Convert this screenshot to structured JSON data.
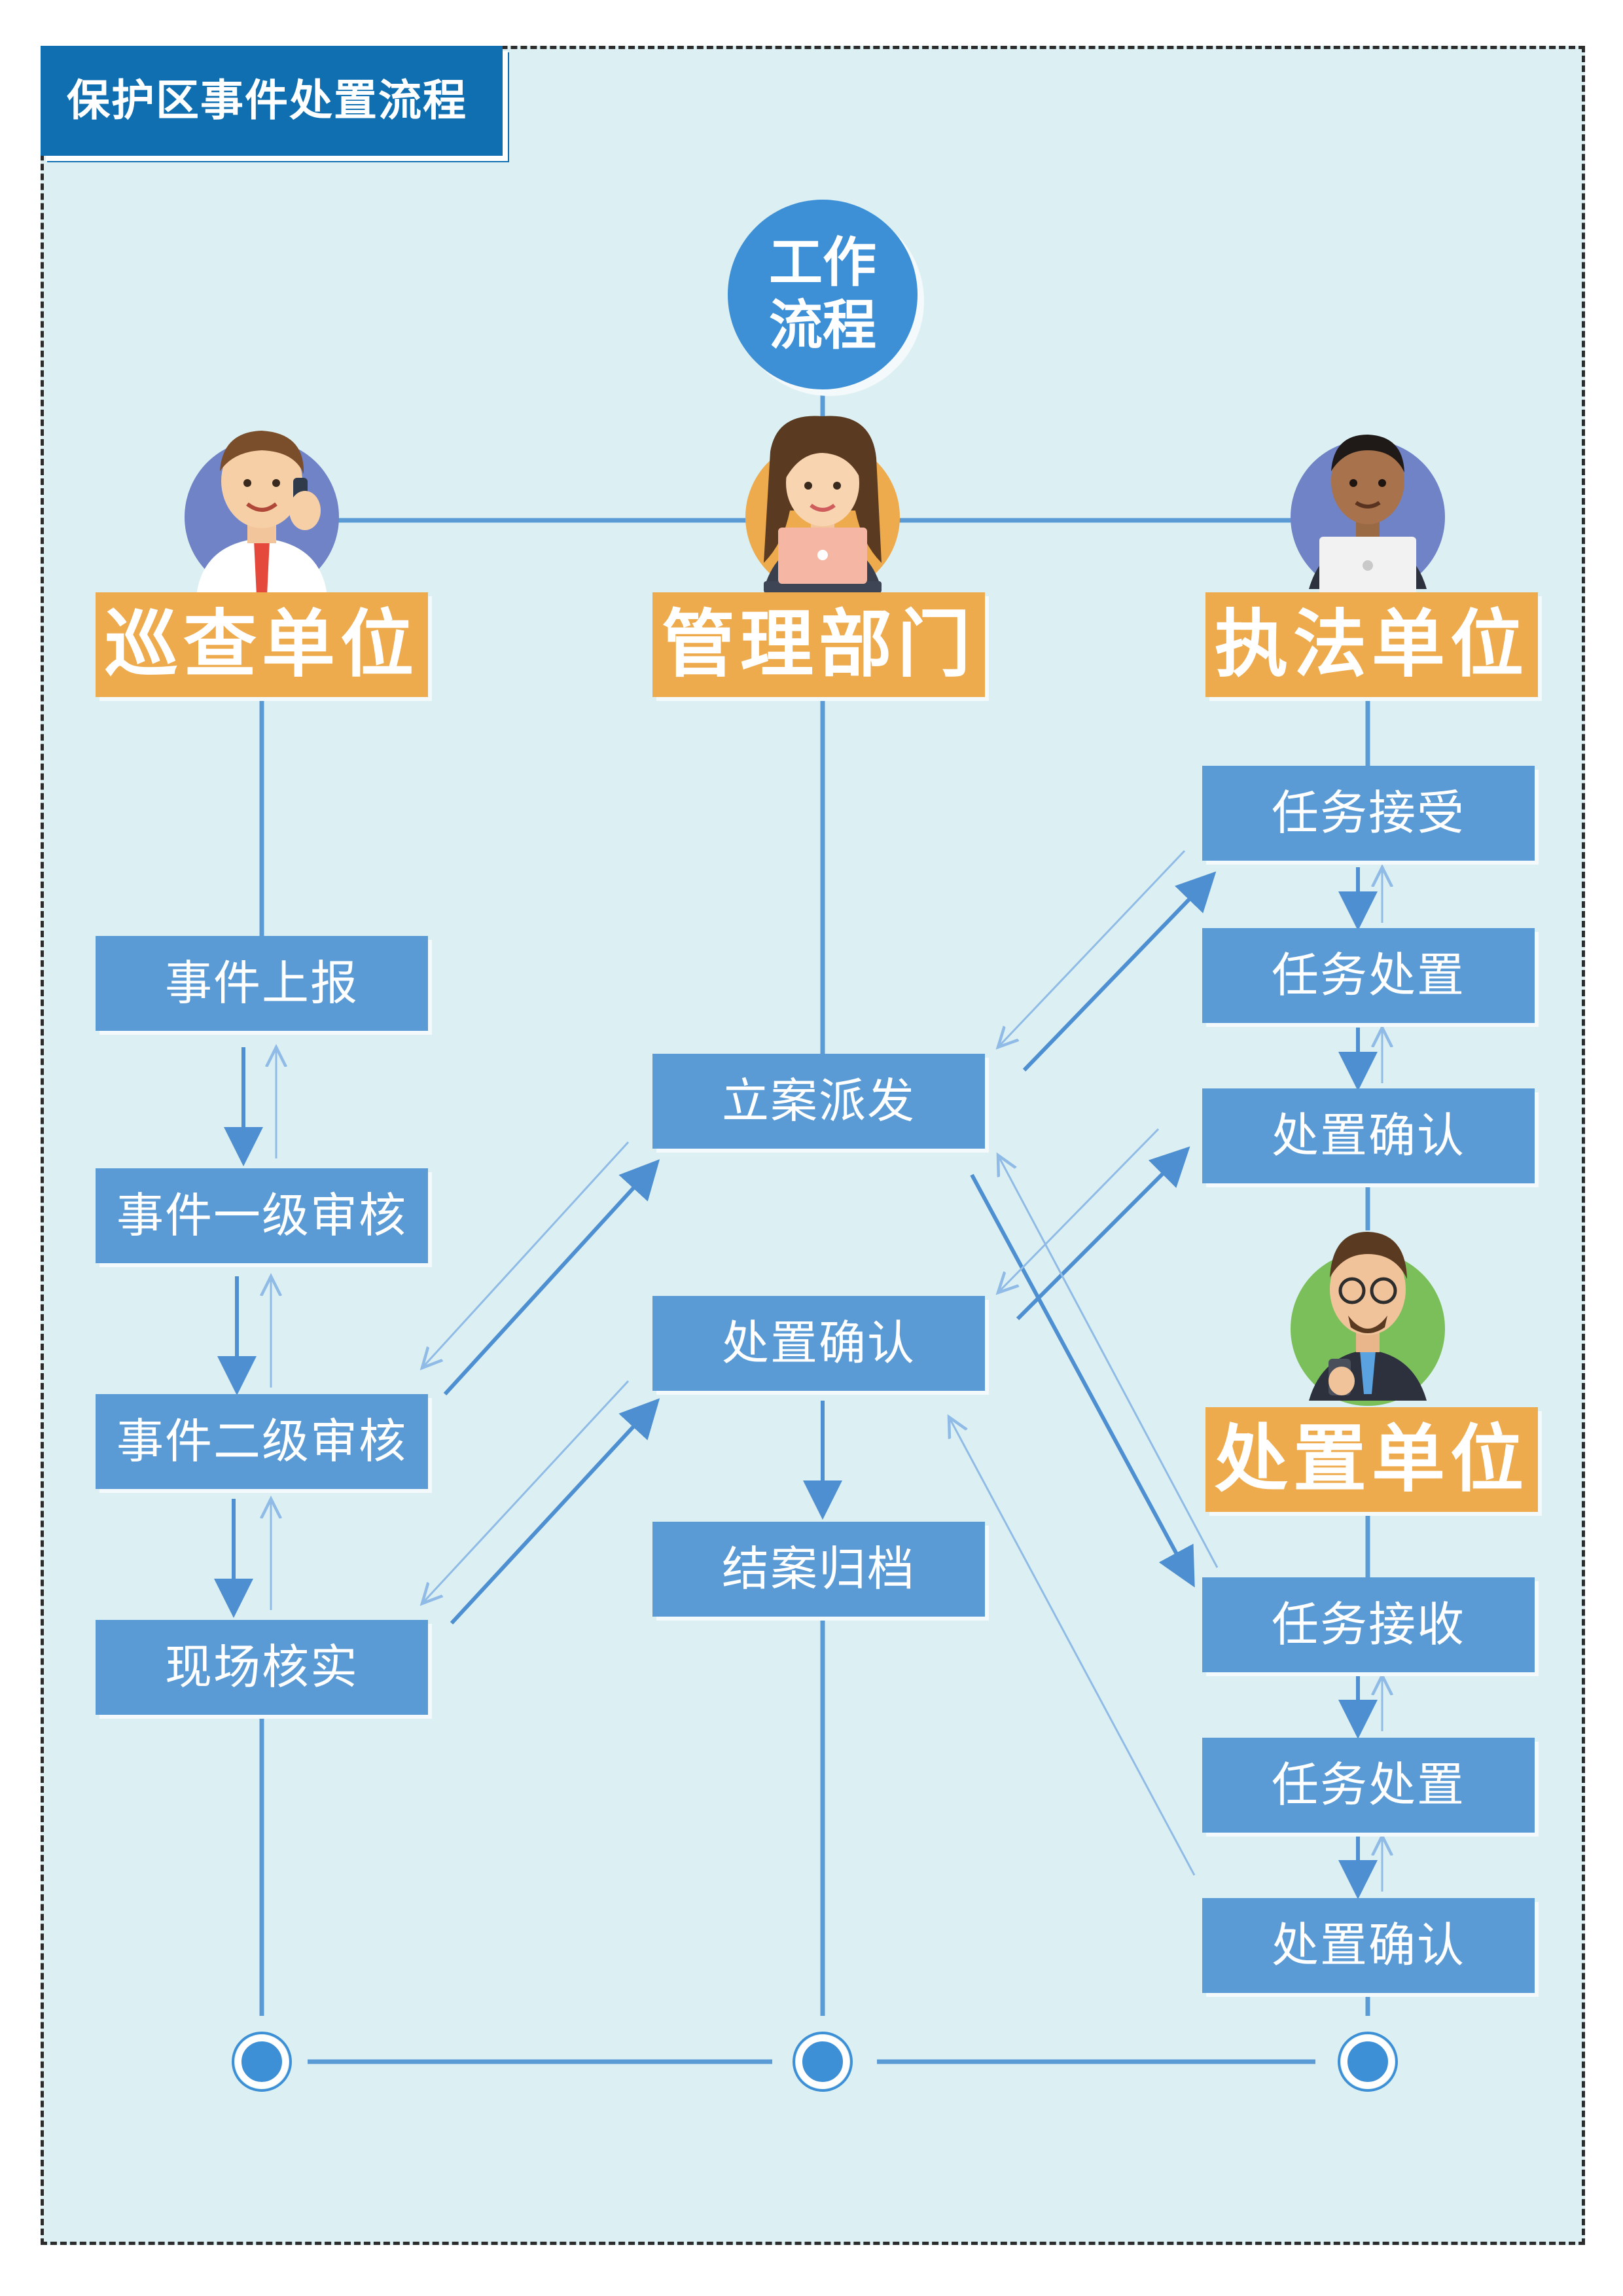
{
  "title": "保护区事件处置流程",
  "center_node": {
    "line1": "工作",
    "line2": "流程"
  },
  "colors": {
    "box_blue": "#5b9bd5",
    "unit_orange": "#eeab4d",
    "line_blue": "#4d8fd1",
    "title_blue": "#0f6fb0",
    "background": "#dcf0f3"
  },
  "units": {
    "patrol": "巡查单位",
    "management": "管理部门",
    "enforcement": "执法单位",
    "disposal": "处置单位"
  },
  "patrol_steps": [
    "事件上报",
    "事件一级审核",
    "事件二级审核",
    "现场核实"
  ],
  "management_steps": [
    "立案派发",
    "处置确认",
    "结案归档"
  ],
  "enforcement_steps": [
    "任务接受",
    "任务处置",
    "处置确认"
  ],
  "disposal_steps": [
    "任务接收",
    "任务处置",
    "处置确认"
  ],
  "icons": [
    "patrol-officer-phone-icon",
    "manager-laptop-icon",
    "enforcement-officer-laptop-icon",
    "disposal-officer-phone-icon"
  ]
}
